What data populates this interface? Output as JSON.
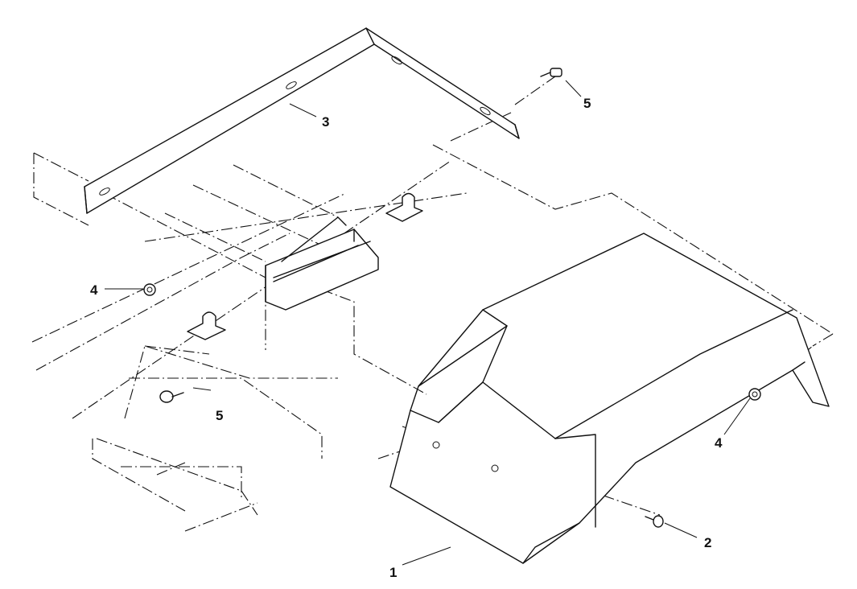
{
  "callouts": [
    {
      "id": "fender",
      "label": "1"
    },
    {
      "id": "bolt-front",
      "label": "2"
    },
    {
      "id": "bracket",
      "label": "3"
    },
    {
      "id": "nut-left",
      "label": "4"
    },
    {
      "id": "nut-right",
      "label": "4"
    },
    {
      "id": "screw-left",
      "label": "5"
    },
    {
      "id": "screw-top",
      "label": "5"
    }
  ]
}
